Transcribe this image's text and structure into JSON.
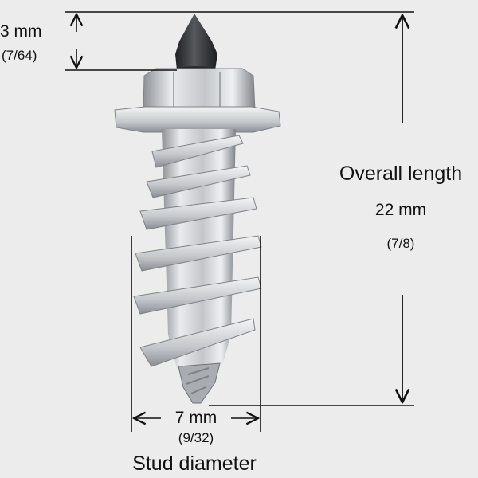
{
  "tip_height": {
    "metric": "3 mm",
    "imperial": "(7/64)"
  },
  "overall_length": {
    "title": "Overall length",
    "metric": "22 mm",
    "imperial": "(7/8)"
  },
  "stud_diameter": {
    "metric": "7 mm",
    "imperial": "(9/32)",
    "title": "Stud diameter"
  },
  "colors": {
    "background": "#ececec",
    "lines": "#111111",
    "steel": "#c9ccd0",
    "carbide_tip": "#3b3d40"
  },
  "icons": {
    "object": "screw-in-ice-stud-illustration"
  }
}
